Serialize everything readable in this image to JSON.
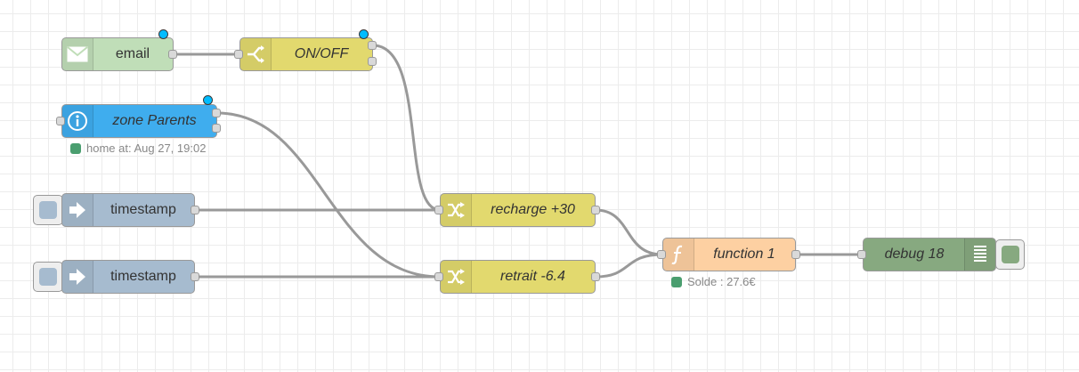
{
  "colors": {
    "canvas_bg": "#ffffff",
    "grid": "#ececec",
    "wire": "#999999",
    "email_node": "#c0deb8",
    "switch_node": "#e2d96e",
    "zone_node": "#3fadee",
    "inject_node": "#a6bbcf",
    "change_node": "#e2d96e",
    "function_node": "#fdd0a2",
    "debug_node": "#87a980",
    "status_green": "#4a9e6f",
    "changed_badge": "#00bcff"
  },
  "nodes": {
    "email": {
      "label": "email",
      "icon": "envelope-icon"
    },
    "onoff": {
      "label": "ON/OFF",
      "icon": "switch-icon"
    },
    "zone": {
      "label": "zone Parents",
      "icon": "info-icon",
      "status": "home at: Aug 27, 19:02"
    },
    "timestamp1": {
      "label": "timestamp",
      "icon": "inject-arrow-icon"
    },
    "timestamp2": {
      "label": "timestamp",
      "icon": "inject-arrow-icon"
    },
    "recharge": {
      "label": "recharge +30",
      "icon": "shuffle-icon"
    },
    "retrait": {
      "label": "retrait -6.4",
      "icon": "shuffle-icon"
    },
    "function1": {
      "label": "function 1",
      "icon": "function-icon",
      "status": "Solde : 27.6€"
    },
    "debug": {
      "label": "debug 18",
      "icon": "debug-list-icon"
    }
  }
}
